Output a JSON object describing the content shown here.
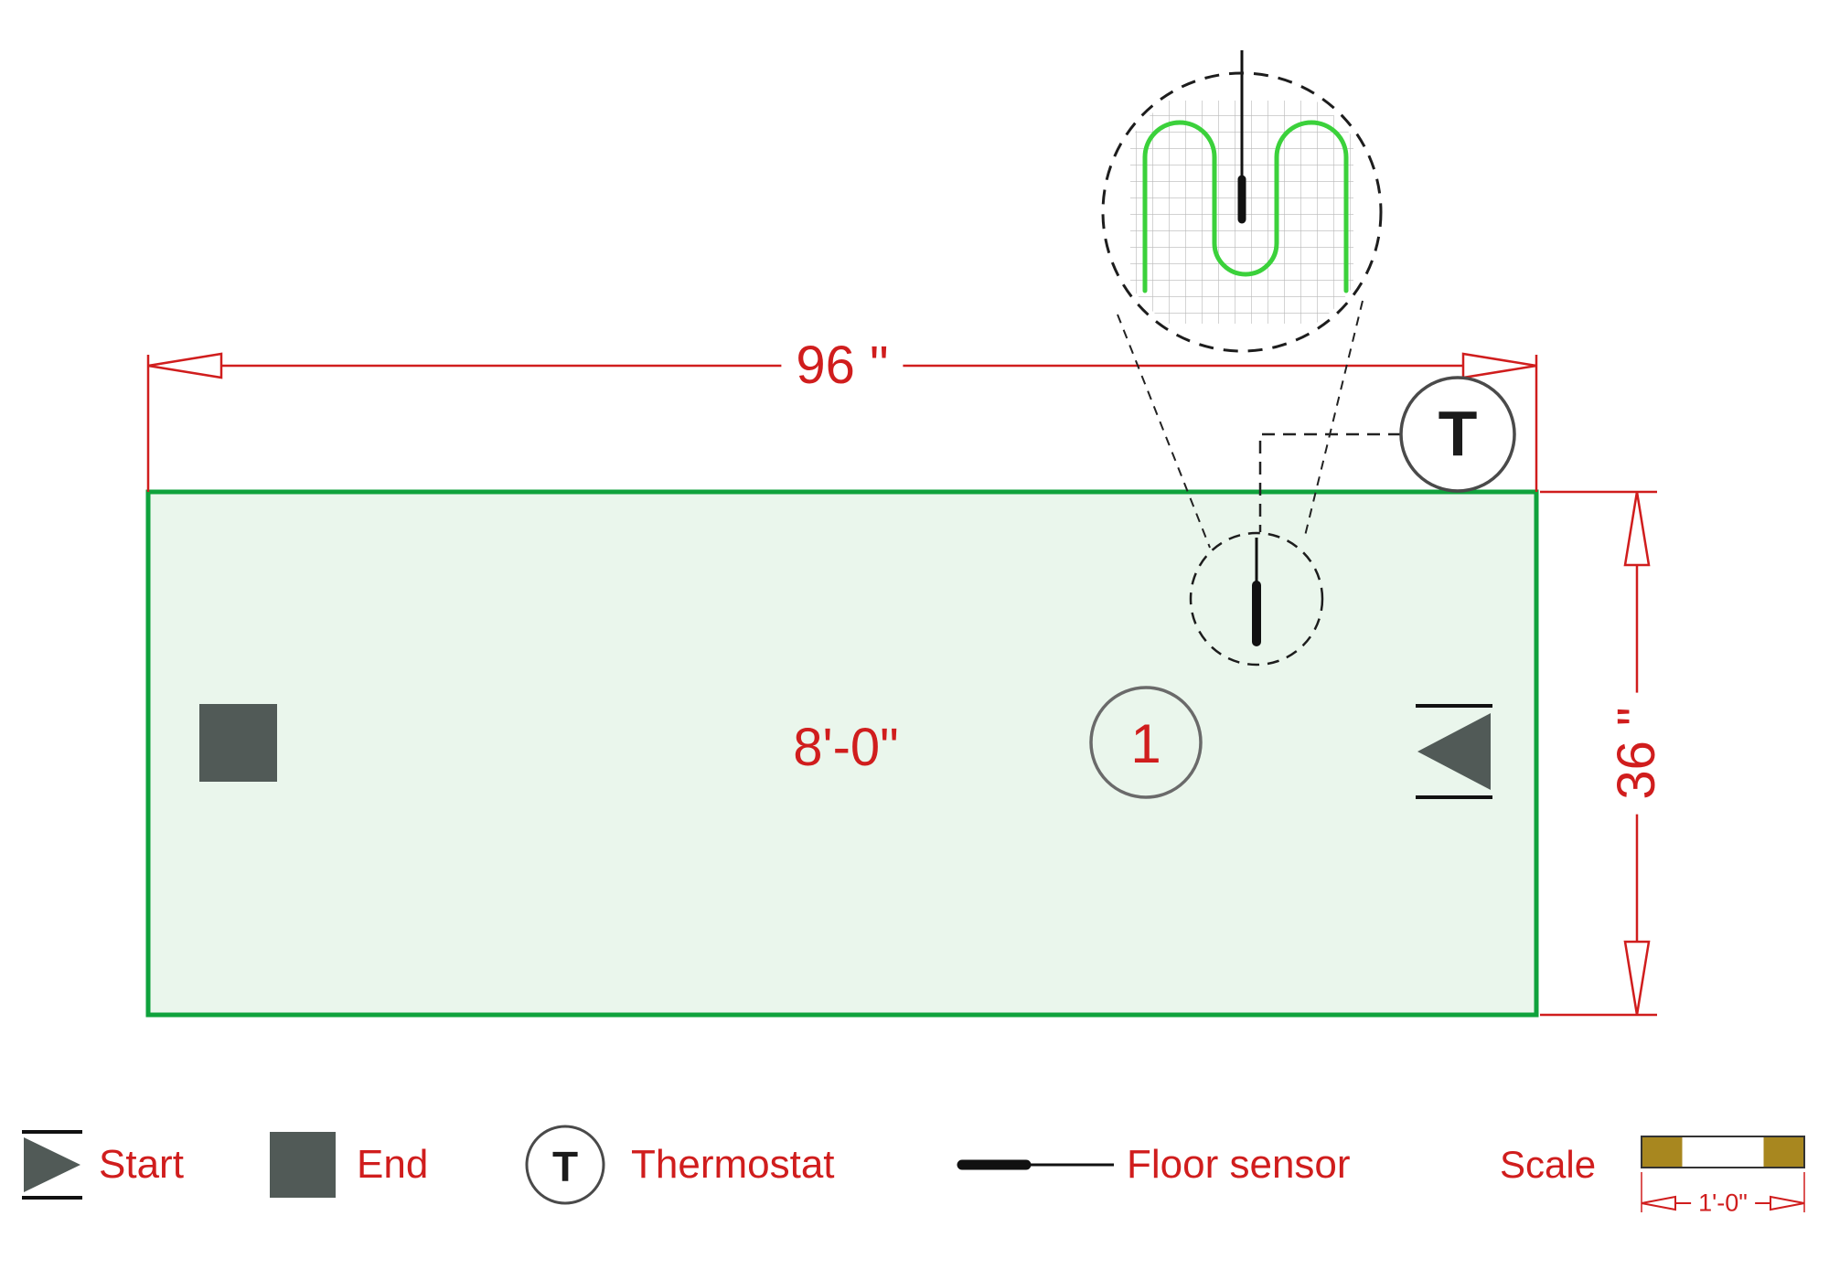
{
  "dimensions": {
    "width_label": "96 \"",
    "height_label": "36 \"",
    "room_length": "8'-0\""
  },
  "plan": {
    "area_number": "1",
    "thermostat_letter": "T"
  },
  "legend": {
    "start": "Start",
    "end": "End",
    "thermostat": "Thermostat",
    "thermostat_symbol": "T",
    "floor_sensor": "Floor sensor",
    "scale": "Scale",
    "scale_dim": "1'-0\""
  },
  "icons": {
    "start": "triangle-arrow-marker",
    "end": "filled-square-marker",
    "thermostat": "circle-letter-t",
    "floor_sensor": "probe-line",
    "detail": "zoom-circle-heating-cable-mesh"
  },
  "colors": {
    "dimension_red": "#d01d1d",
    "mat_fill": "#eaf6ec",
    "mat_border": "#0fa23c",
    "cable_green": "#3bd13b",
    "marker_gray": "#515a57",
    "scale_brown": "#a8871f"
  }
}
